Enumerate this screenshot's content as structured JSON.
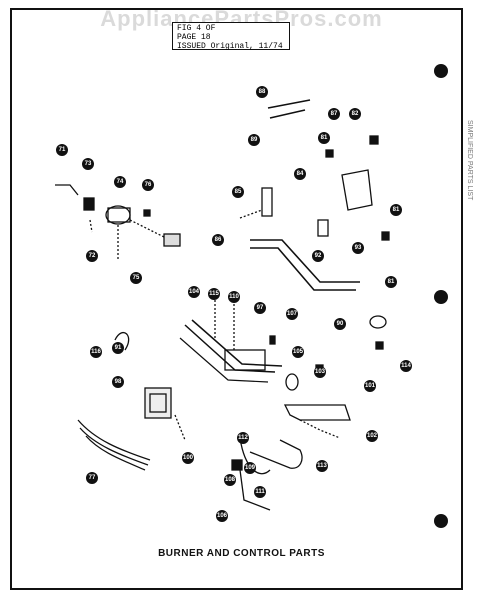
{
  "watermark": "AppliancePartsPros.com",
  "info_box": {
    "line1": "FIG   4  OF",
    "line2": "PAGE   18",
    "line3": "ISSUED  Original, 11/74"
  },
  "caption": "BURNER AND CONTROL PARTS",
  "side_label": "SIMPLIFIED PARTS LIST",
  "callouts": [
    "71",
    "72",
    "73",
    "74",
    "75",
    "76",
    "77",
    "81",
    "81",
    "81",
    "82",
    "84",
    "85",
    "86",
    "87",
    "88",
    "89",
    "90",
    "91",
    "92",
    "93",
    "97",
    "98",
    "100",
    "101",
    "102",
    "103",
    "104",
    "105",
    "106",
    "107",
    "108",
    "109",
    "110",
    "111",
    "112",
    "113",
    "114",
    "115",
    "116"
  ]
}
